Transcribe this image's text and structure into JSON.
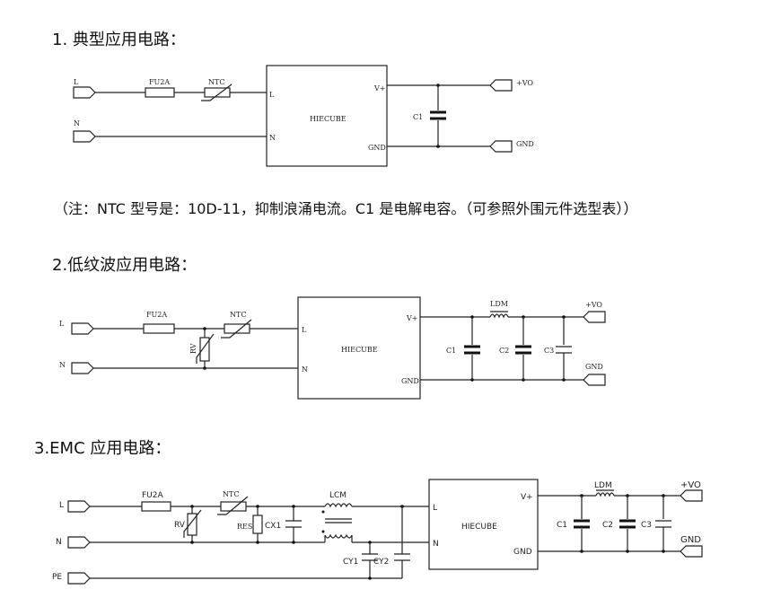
{
  "headings": {
    "s1": "1.  典型应用电路：",
    "s2": "2.低纹波应用电路：",
    "s3": "3.EMC 应用电路："
  },
  "note": "（注：NTC 型号是：10D-11，抑制浪涌电流。C1 是电解电容。（可参照外围元件选型表））",
  "circuit1": {
    "port_l": "L",
    "port_n": "N",
    "fuse": "FU2A",
    "ntc": "NTC",
    "module": "HIECUBE",
    "pin_l": "L",
    "pin_n": "N",
    "pin_vplus": "V+",
    "pin_gnd": "GND",
    "cap": "C1",
    "out_vo": "+VO",
    "out_gnd": "GND"
  },
  "circuit2": {
    "port_l": "L",
    "port_n": "N",
    "fuse": "FU2A",
    "ntc": "NTC",
    "rv": "RV",
    "module": "HIECUBE",
    "pin_l": "L",
    "pin_n": "N",
    "pin_vplus": "V+",
    "pin_gnd": "GND",
    "ldm": "LDM",
    "c1": "C1",
    "c2": "C2",
    "c3": "C3",
    "out_vo": "+VO",
    "out_gnd": "GND"
  },
  "circuit3": {
    "port_l": "L",
    "port_n": "N",
    "port_pe": "PE",
    "fuse": "FU2A",
    "ntc": "NTC",
    "rv": "RV",
    "res": "RES",
    "cx1": "CX1",
    "lcm": "LCM",
    "cy1": "CY1",
    "cy2": "CY2",
    "module": "HIECUBE",
    "pin_l": "L",
    "pin_n": "N",
    "pin_vplus": "V+",
    "pin_gnd": "GND",
    "ldm": "LDM",
    "c1": "C1",
    "c2": "C2",
    "c3": "C3",
    "out_vo": "+VO",
    "out_gnd": "GND"
  }
}
